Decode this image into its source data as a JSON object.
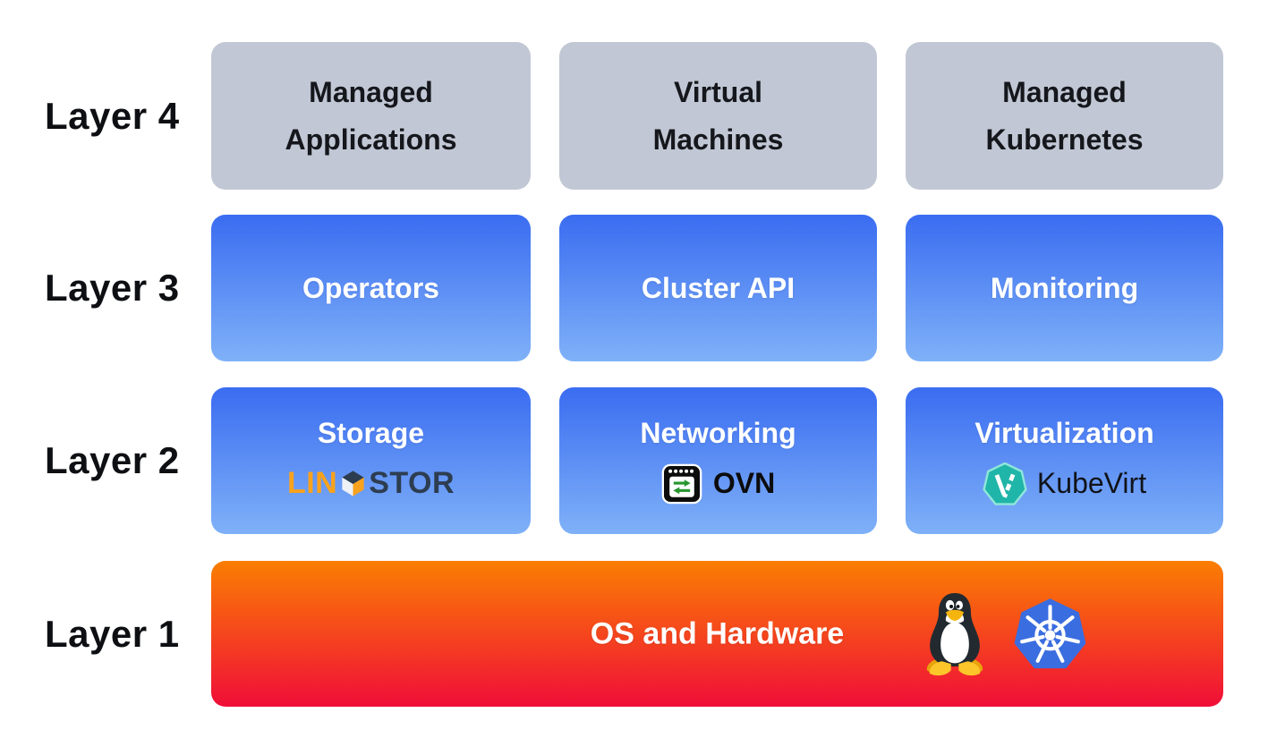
{
  "layers": [
    {
      "label": "Layer 4",
      "boxes": [
        {
          "title": "Managed Applications"
        },
        {
          "title": "Virtual Machines"
        },
        {
          "title": "Managed Kubernetes"
        }
      ]
    },
    {
      "label": "Layer 3",
      "boxes": [
        {
          "title": "Operators"
        },
        {
          "title": "Cluster API"
        },
        {
          "title": "Monitoring"
        }
      ]
    },
    {
      "label": "Layer 2",
      "boxes": [
        {
          "title": "Storage",
          "logo": {
            "name": "LINSTOR",
            "lin": "LIN",
            "stor": "STOR"
          }
        },
        {
          "title": "Networking",
          "logo": {
            "name": "OVN",
            "text": "OVN"
          }
        },
        {
          "title": "Virtualization",
          "logo": {
            "name": "KubeVirt",
            "text": "KubeVirt"
          }
        }
      ]
    },
    {
      "label": "Layer 1",
      "boxes": [
        {
          "title": "OS and Hardware",
          "logos": [
            "Linux Tux",
            "Kubernetes"
          ]
        }
      ]
    }
  ],
  "colors": {
    "background": "#ffffff",
    "label_text": "#0d0f13",
    "gray_box": "#c1c7d4",
    "gray_box_text": "#15171c",
    "blue_top": "#3a6cf1",
    "blue_bottom": "#7fb1f8",
    "box_text_light": "#ffffff",
    "layer1_top": "#fa7e02",
    "layer1_bottom": "#f00e38",
    "linstor_orange": "#f9a21d",
    "linstor_navy": "#2d3d50",
    "ovn_green": "#27962f",
    "ovn_black": "#0c0c0c",
    "kubevirt_teal": "#1fb5a8",
    "kubevirt_teal_light": "#90e6d9",
    "kubernetes_blue": "#3a6de0",
    "tux_body": "#222a30",
    "tux_yellow": "#f6b40e"
  }
}
